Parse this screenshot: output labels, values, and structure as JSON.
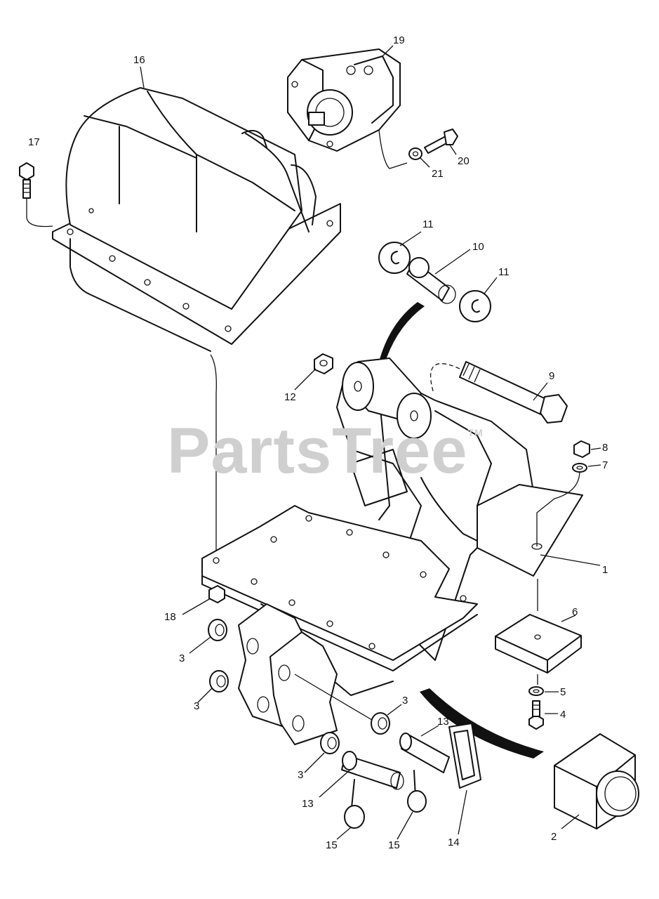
{
  "watermark": {
    "text": "PartsTree",
    "mark": "TM"
  },
  "callouts": {
    "c1": "1",
    "c2": "2",
    "c3a": "3",
    "c3b": "3",
    "c3c": "3",
    "c3d": "3",
    "c4": "4",
    "c5": "5",
    "c6": "6",
    "c7": "7",
    "c8": "8",
    "c9": "9",
    "c10": "10",
    "c11a": "11",
    "c11b": "11",
    "c12": "12",
    "c13a": "13",
    "c13b": "13",
    "c14": "14",
    "c15a": "15",
    "c15b": "15",
    "c16": "16",
    "c17": "17",
    "c18": "18",
    "c19": "19",
    "c20": "20",
    "c21": "21"
  }
}
